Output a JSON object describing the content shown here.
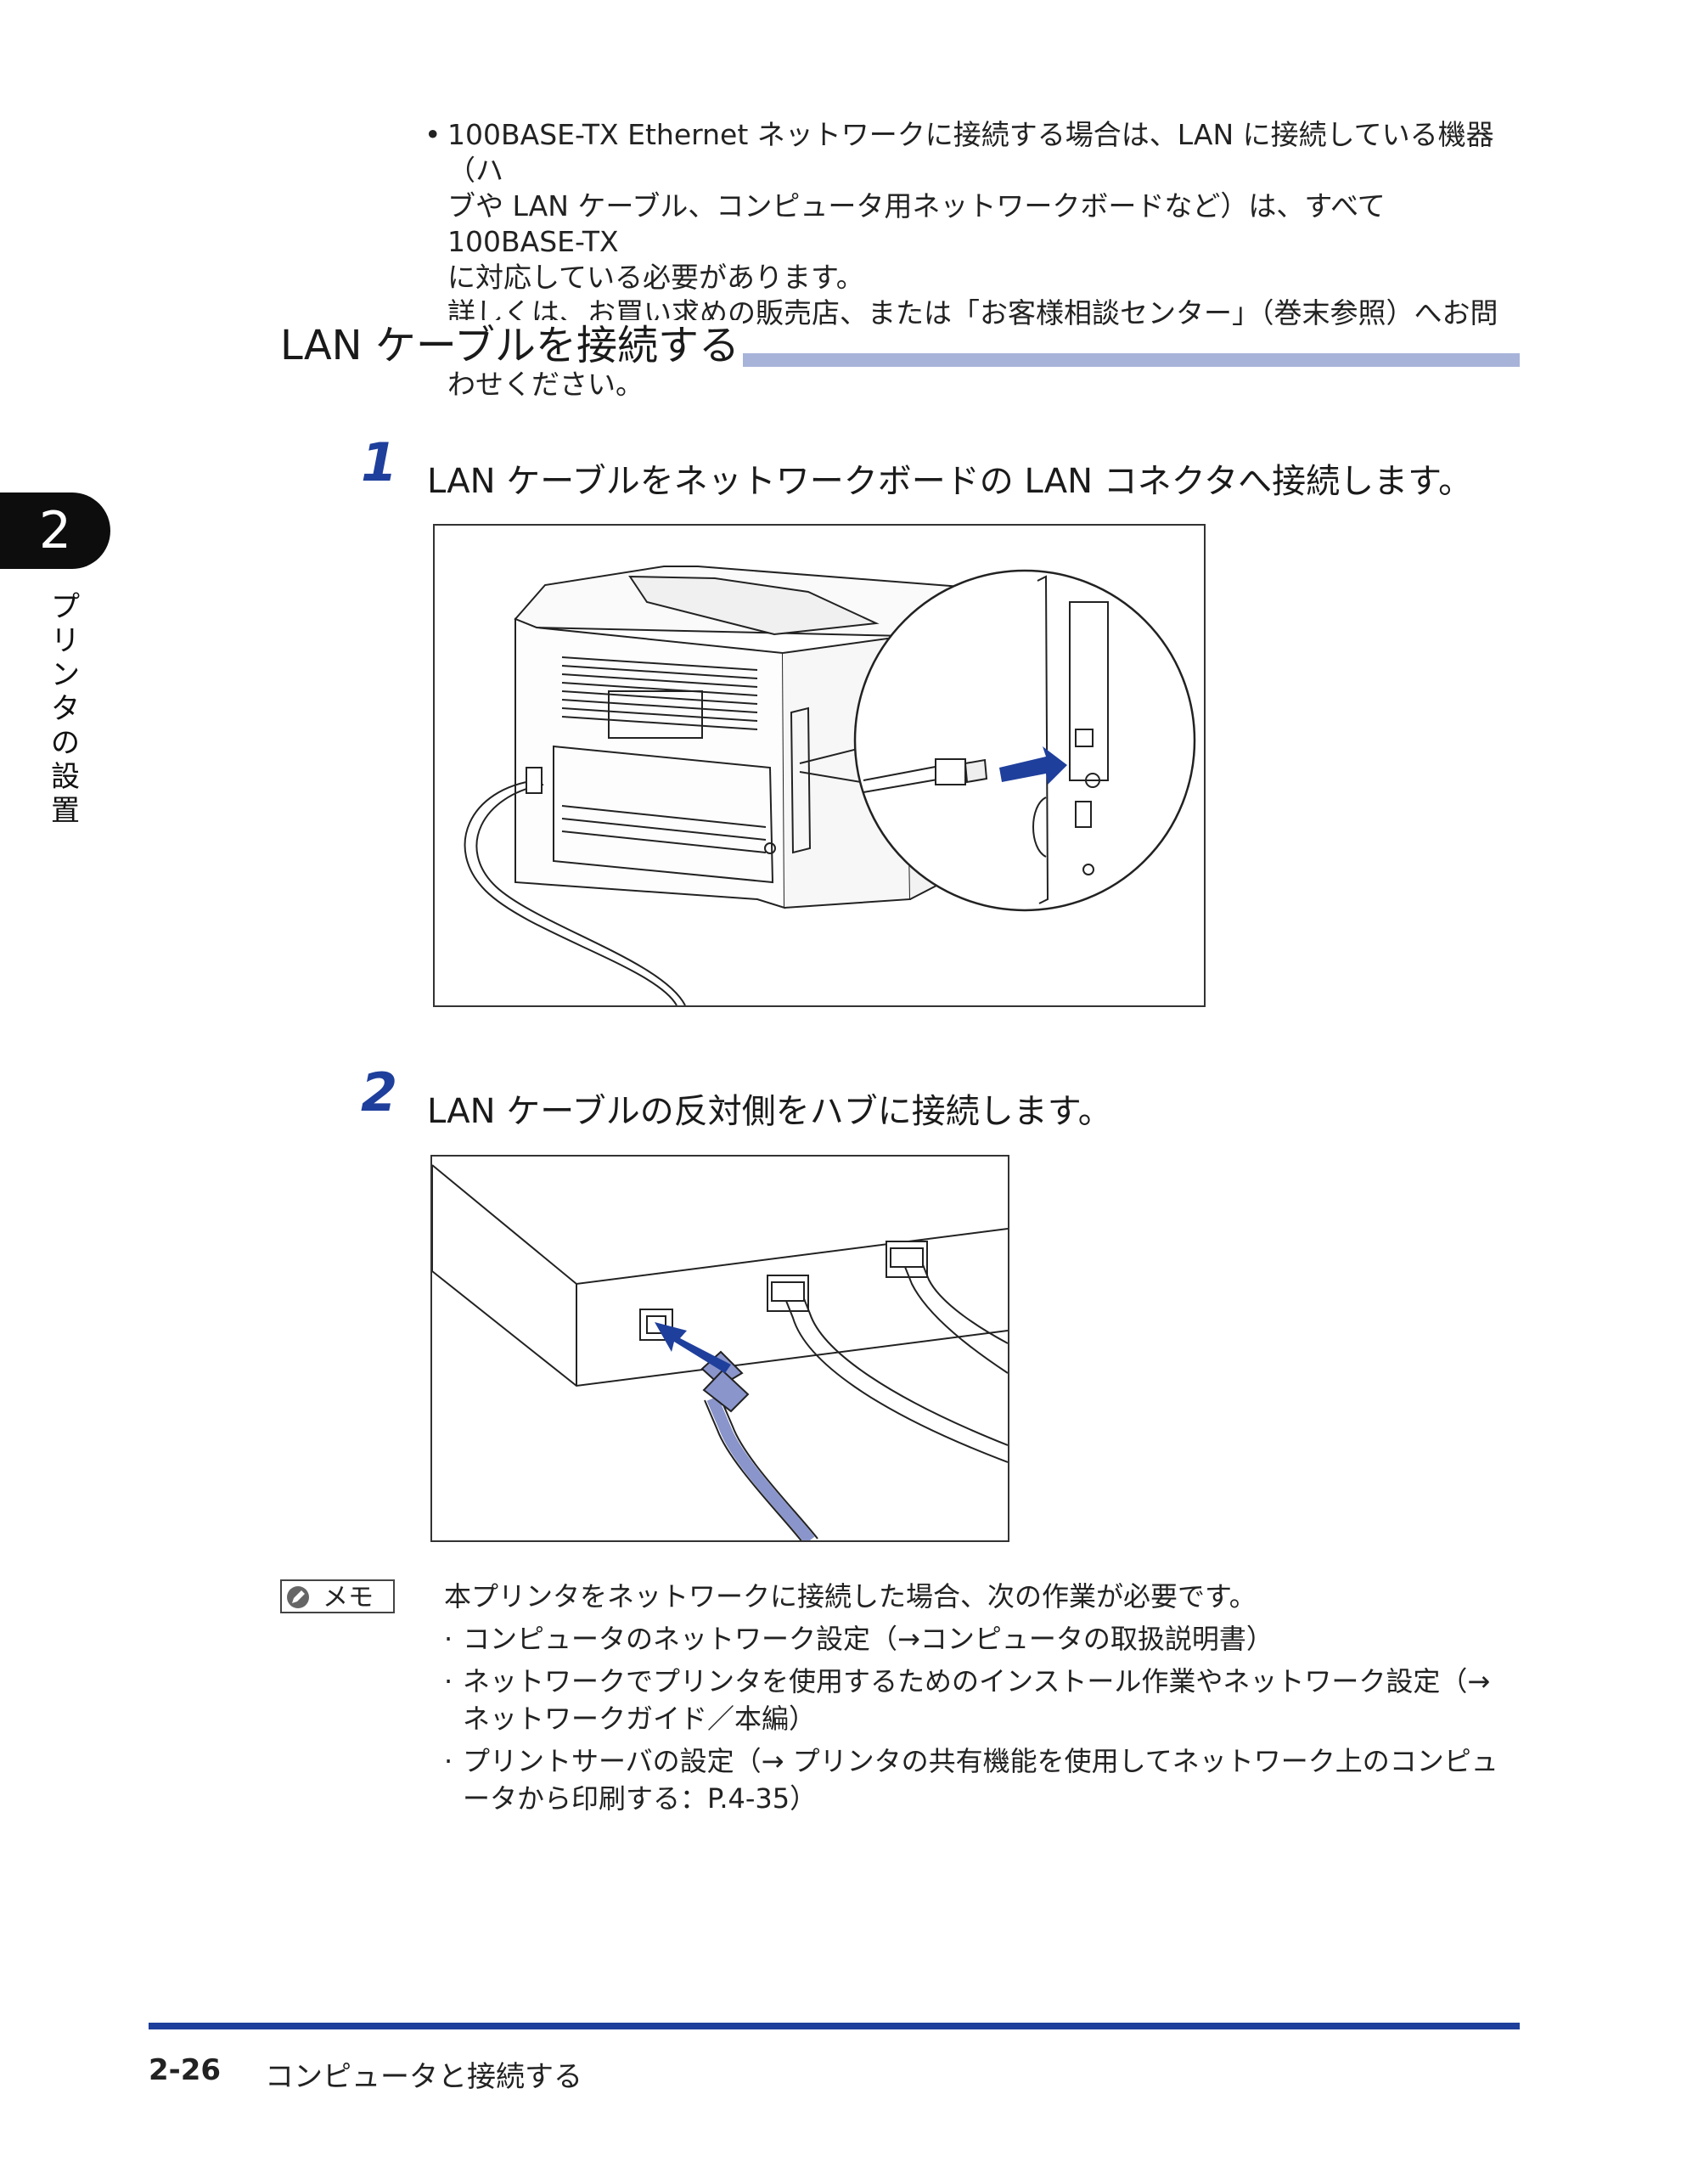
{
  "notice": {
    "bullet": "•",
    "lines": [
      "100BASE-TX Ethernet ネットワークに接続する場合は、LAN に接続している機器（ハ",
      "ブや LAN ケーブル、コンピュータ用ネットワークボードなど）は、すべて 100BASE-TX",
      "に対応している必要があります。",
      "詳しくは、お買い求めの販売店、または「お客様相談センター」（巻末参照）へお問い合",
      "わせください。"
    ]
  },
  "section": {
    "title": "LAN ケーブルを接続する"
  },
  "steps": [
    {
      "number": "1",
      "text": "LAN ケーブルをネットワークボードの LAN コネクタへ接続します。"
    },
    {
      "number": "2",
      "text": "LAN ケーブルの反対側をハブに接続します。"
    }
  ],
  "side_tab": {
    "number": "2",
    "chapter": "プリンタの設置"
  },
  "memo": {
    "label": "メモ",
    "intro": "本プリンタをネットワークに接続した場合、次の作業が必要です。",
    "items": [
      {
        "dot": "·",
        "text": "コンピュータのネットワーク設定（→コンピュータの取扱説明書）"
      },
      {
        "dot": "·",
        "text": "ネットワークでプリンタを使用するためのインストール作業やネットワーク設定（→ ネットワークガイド／本編）"
      },
      {
        "dot": "·",
        "text": "プリントサーバの設定（→ プリンタの共有機能を使用してネットワーク上のコンピュータから印刷する：P.4-35）"
      }
    ]
  },
  "footer": {
    "page": "2-26",
    "title": "コンピュータと接続する"
  },
  "colors": {
    "accent": "#1f3f9c",
    "heading_bar": "#a8b3da"
  }
}
